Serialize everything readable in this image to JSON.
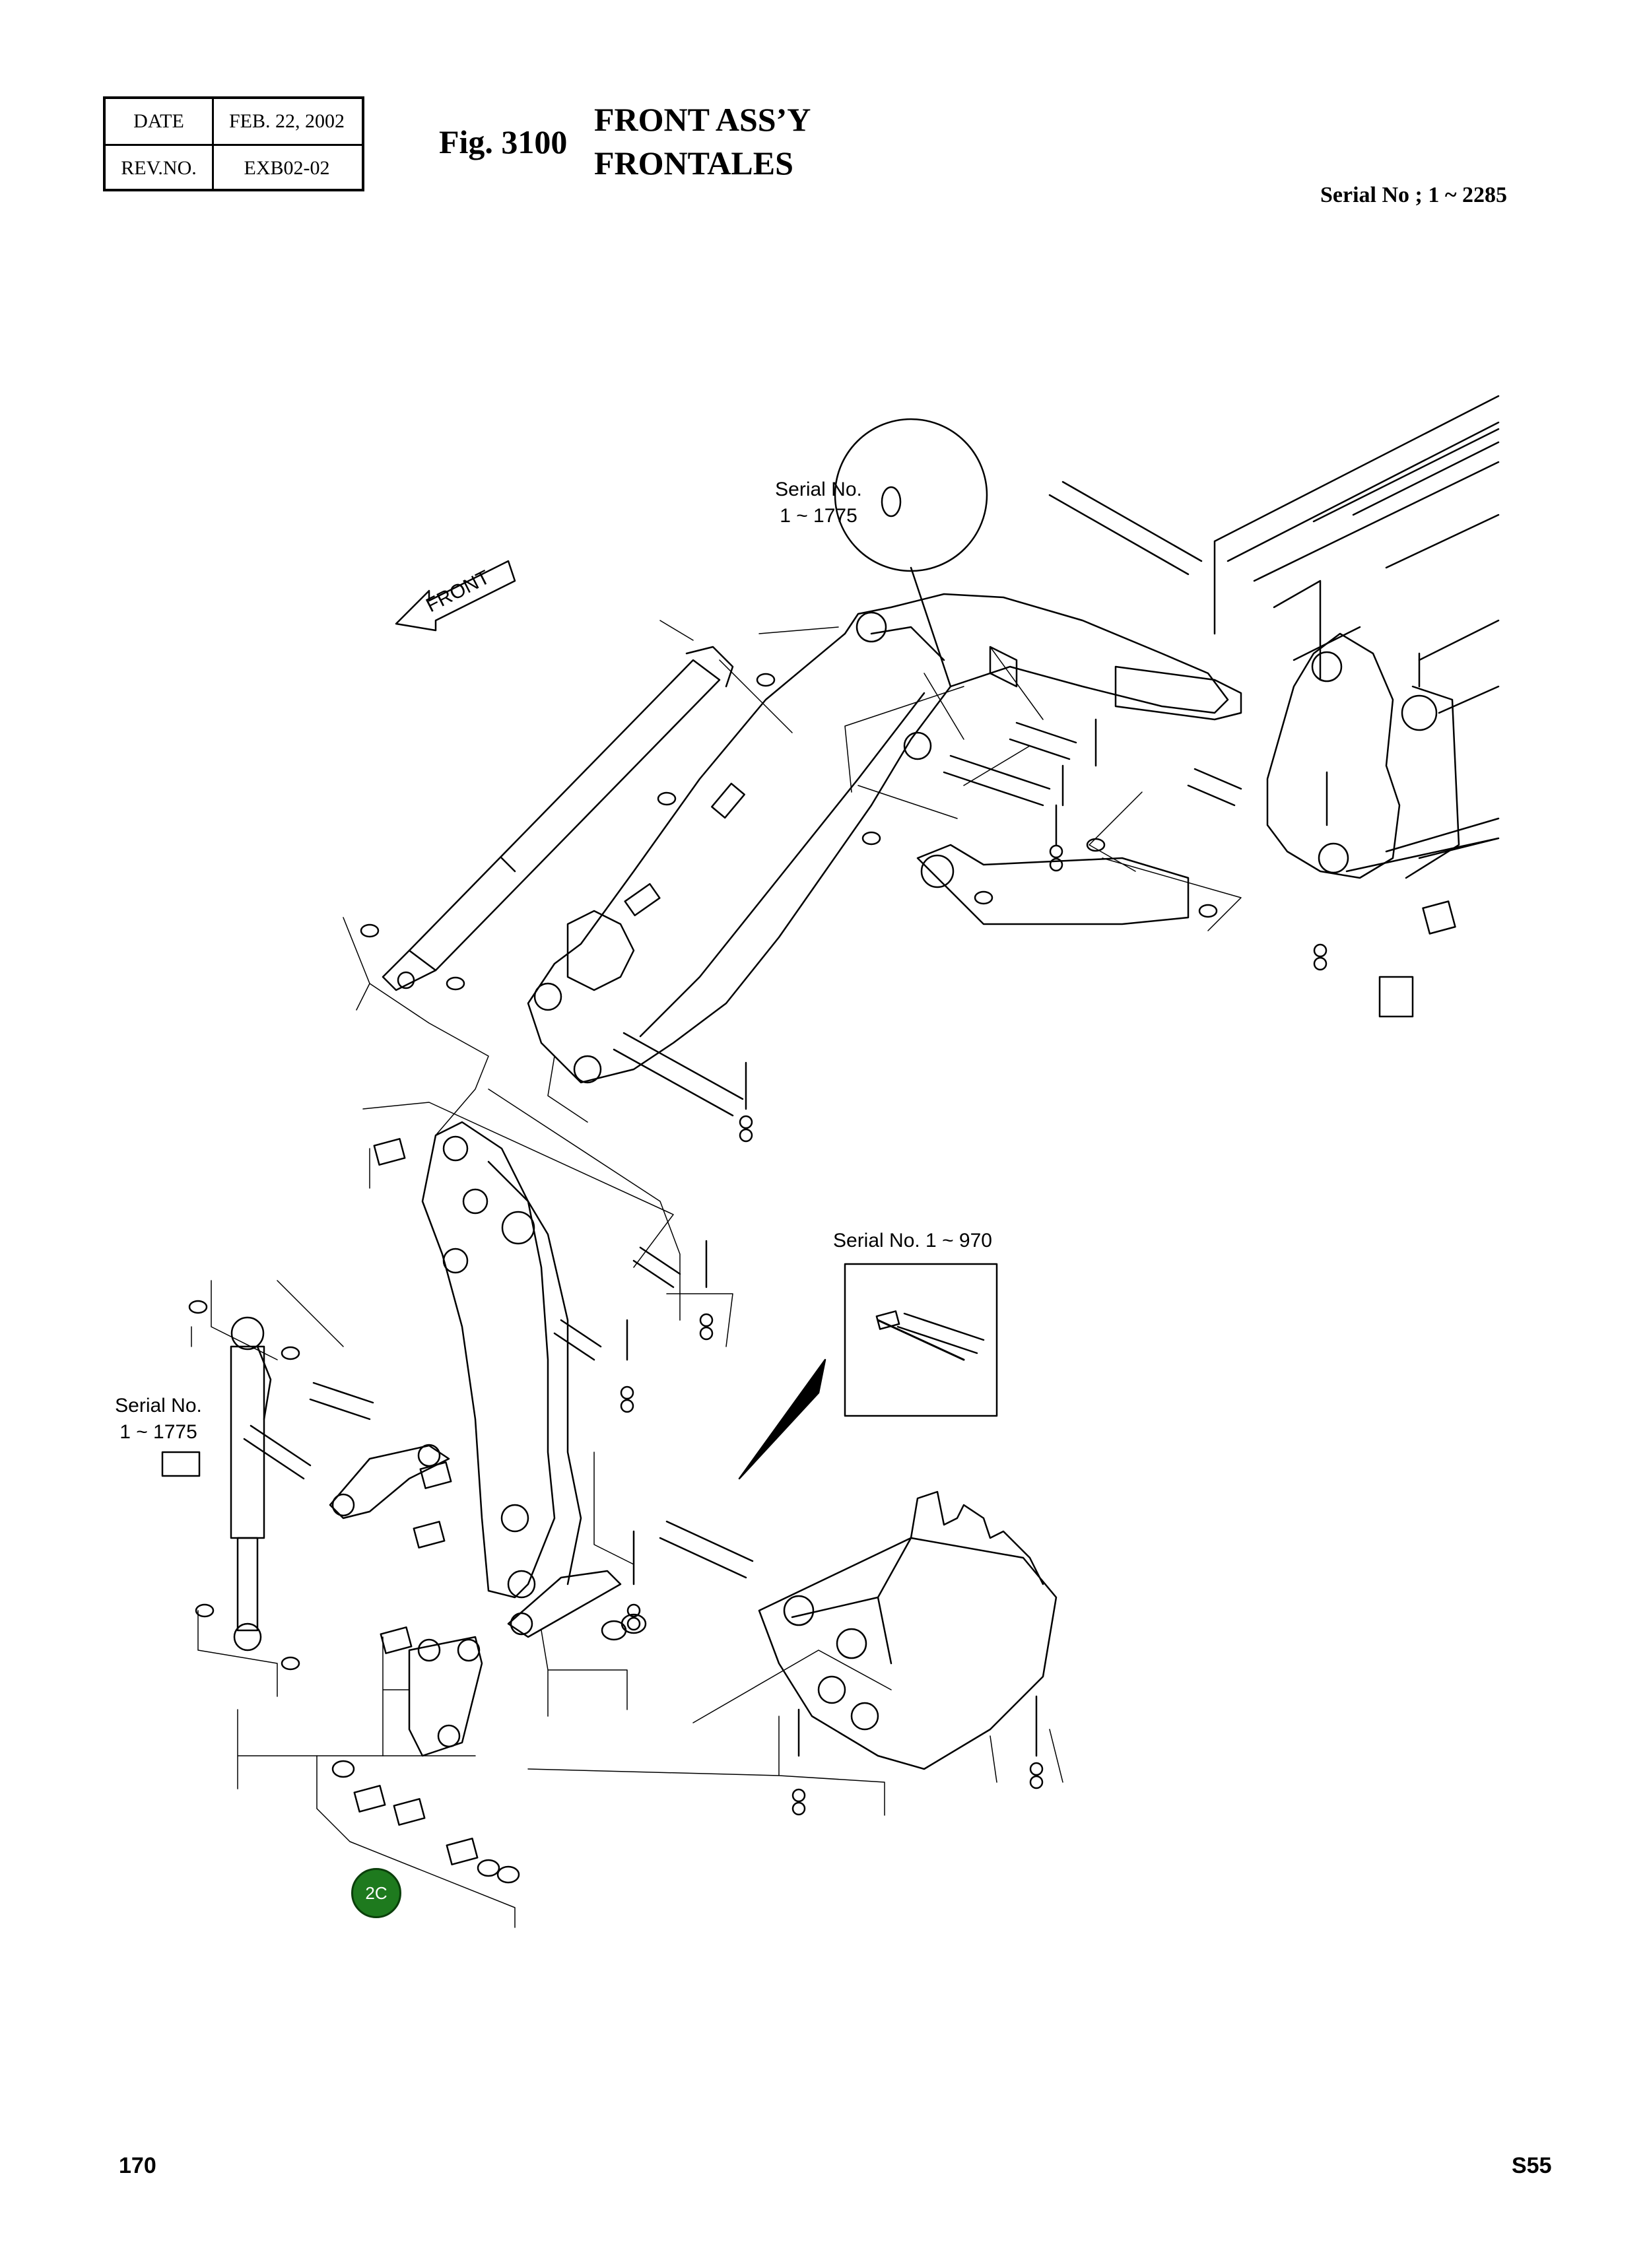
{
  "header": {
    "date_label": "DATE",
    "date_value": "FEB. 22, 2002",
    "rev_label": "REV.NO.",
    "rev_value": "EXB02-02"
  },
  "figure": {
    "number": "Fig. 3100",
    "title_en": "FRONT ASS’Y",
    "title_fr": "FRONTALES"
  },
  "serial_range": "Serial No ; 1 ~ 2285",
  "callouts": {
    "top": {
      "line1": "Serial No.",
      "line2": "1 ~ 1775"
    },
    "right": {
      "line1": "Serial No. 1 ~ 970"
    },
    "left": {
      "line1": "Serial No.",
      "line2": "1 ~ 1775"
    }
  },
  "front_arrow": "FRONT",
  "badge": "2C",
  "footer": {
    "page_number": "170",
    "page_code": "S55"
  }
}
